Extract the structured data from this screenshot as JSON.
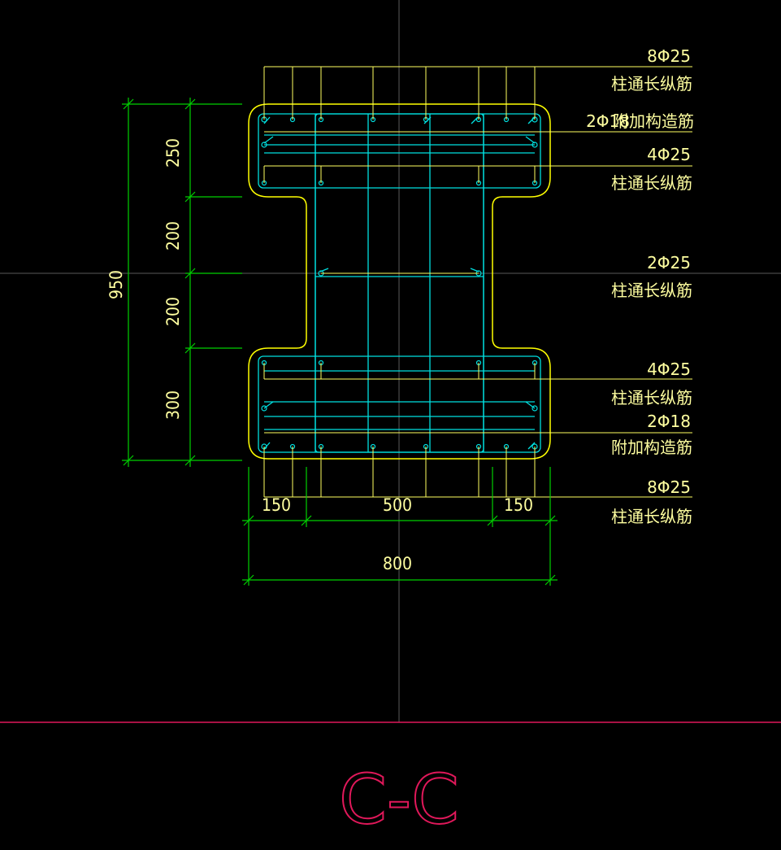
{
  "title": "C-C",
  "dimensions": {
    "total_height": "950",
    "h1": "250",
    "h2": "200",
    "h3": "200",
    "h4": "300",
    "w_left": "150",
    "w_mid": "500",
    "w_right": "150",
    "total_width": "800"
  },
  "annotations": [
    {
      "spec": "8Φ25",
      "desc": "柱通长纵筋"
    },
    {
      "spec": "2Φ18",
      "desc": "附加构造筋"
    },
    {
      "spec": "4Φ25",
      "desc": "柱通长纵筋"
    },
    {
      "spec": "2Φ25",
      "desc": "柱通长纵筋"
    },
    {
      "spec": "4Φ25",
      "desc": "柱通长纵筋"
    },
    {
      "spec": "2Φ18",
      "desc": "附加构造筋"
    },
    {
      "spec": "8Φ25",
      "desc": "柱通长纵筋"
    }
  ],
  "colors": {
    "outline": "#ffff00",
    "rebar": "#00e5e5",
    "dimension": "#00d000",
    "text": "#ffffa0",
    "title": "#e0185a",
    "axis": "#555555"
  }
}
